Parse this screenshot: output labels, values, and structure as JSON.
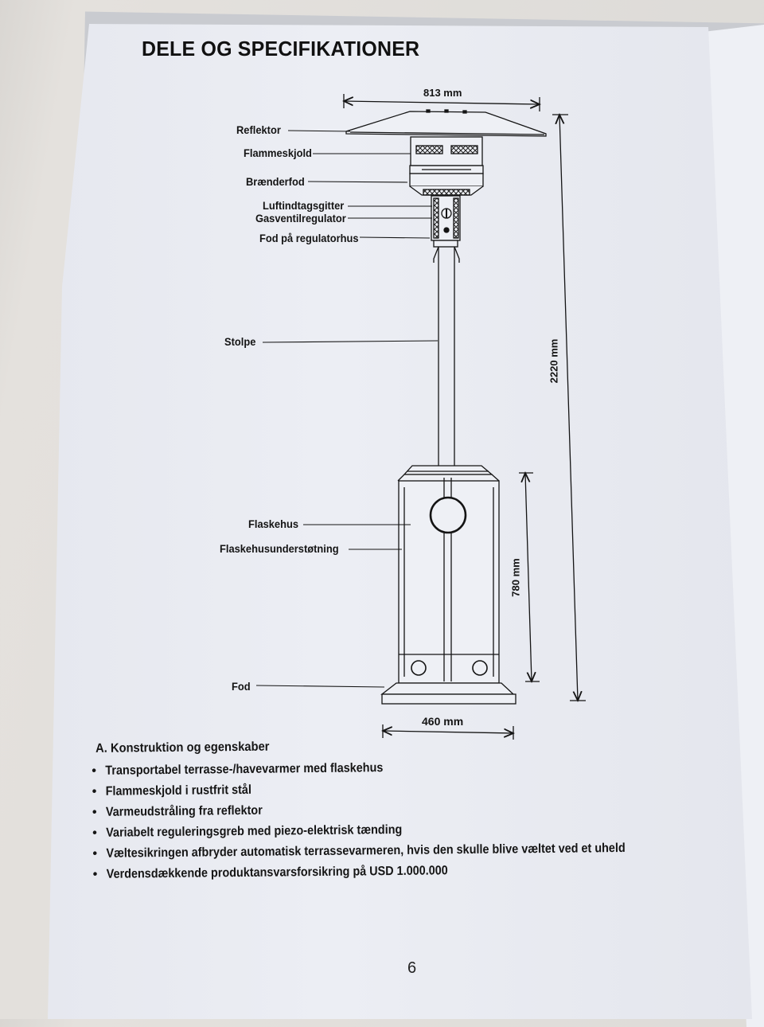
{
  "title": "DELE OG SPECIFIKATIONER",
  "labels": {
    "reflektor": "Reflektor",
    "flammeskjold": "Flammeskjold",
    "braenderfod": "Brænderfod",
    "luftindtagsgitter": "Luftindtagsgitter",
    "gasventilregulator": "Gasventilregulator",
    "fod_regulatorhus": "Fod på regulatorhus",
    "stolpe": "Stolpe",
    "flaskehus": "Flaskehus",
    "flaskehusunderstotning": "Flaskehusunderstøtning",
    "fod": "Fod"
  },
  "dimensions": {
    "reflector_width": "813 mm",
    "total_height": "2220 mm",
    "housing_height": "780 mm",
    "base_width": "460 mm"
  },
  "features": {
    "heading": "A. Konstruktion og egenskaber",
    "bullet": "•",
    "items": [
      "Transportabel terrasse-/havevarmer med flaskehus",
      "Flammeskjold i rustfrit stål",
      "Varmeudstråling fra reflektor",
      "Variabelt reguleringsgreb med piezo-elektrisk tænding",
      "Væltesikringen afbryder automatisk terrassevarmeren, hvis den skulle blive væltet ved et uheld",
      "Verdensdækkende produktansvarsforsikring på USD 1.000.000"
    ]
  },
  "page_number": "6",
  "colors": {
    "ink": "#141414",
    "paper": "#eceef4"
  }
}
